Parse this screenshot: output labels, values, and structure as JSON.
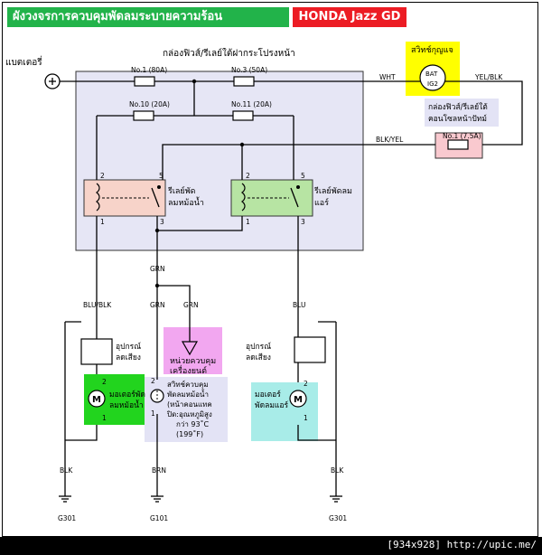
{
  "header": {
    "title_thai": "ผังวงจรการควบคุมพัดลมระบายความร้อน",
    "title_model": "HONDA Jazz GD"
  },
  "labels": {
    "battery": "แบตเตอรี่",
    "fuse_box": "กล่องฟิวส์/รีเลย์ใต้ฝากระโปรงหน้า",
    "ignition_switch_title": "สวิทช์กุญแจ",
    "ignition_bat": "BAT",
    "ignition_ig2": "IG2",
    "dash_fuse_box_1": "กล่องฟิวส์/รีเลย์ใต้",
    "dash_fuse_box_2": "คอนโซลหน้าปัทม์",
    "radiator_relay_1": "รีเลย์พัด",
    "radiator_relay_2": "ลมหม้อน้ำ",
    "ac_relay_1": "รีเลย์พัดลม",
    "ac_relay_2": "แอร์",
    "ecm_1": "หน่วยควบคุม",
    "ecm_2": "เครื่องยนต์",
    "resistor_left_1": "อุปกรณ์",
    "resistor_left_2": "ลดเสียง",
    "resistor_right_1": "อุปกรณ์",
    "resistor_right_2": "ลดเสียง",
    "rad_motor_1": "มอเตอร์พัด",
    "rad_motor_2": "ลมหม้อน้ำ",
    "temp_switch_1": "สวิทช์ควบคุม",
    "temp_switch_2": "พัดลมหม้อน้ำ",
    "temp_switch_3": "(หน้าคอนแทค",
    "temp_switch_4": "ปิด:อุณหภูมิสูง",
    "temp_switch_5": "กว่า 93˚C",
    "temp_switch_6": "(199˚F)",
    "ac_motor_1": "มอเตอร์",
    "ac_motor_2": "พัดลมแอร์",
    "motor_symbol": "M"
  },
  "fuses": {
    "no1": "No.1 (80A)",
    "no3": "No.3 (50A)",
    "no10": "No.10 (20A)",
    "no11": "No.11 (20A)",
    "no1_dash": "No.1 (7.5A)"
  },
  "wires": {
    "wht": "WHT",
    "yel_blk": "YEL/BLK",
    "blk_yel": "BLK/YEL",
    "grn_1": "GRN",
    "grn_2": "GRN",
    "grn_3": "GRN",
    "blu_blk": "BLU/BLK",
    "blu": "BLU",
    "blk_left": "BLK",
    "brn": "BRN",
    "blk_right": "BLK"
  },
  "grounds": {
    "left": "G301",
    "center": "G101",
    "right": "G301"
  },
  "pins": {
    "rad_relay_top_left": "2",
    "rad_relay_top_right": "5",
    "rad_relay_bottom_left": "1",
    "rad_relay_bottom_right": "3",
    "ac_relay_top_left": "2",
    "ac_relay_top_right": "5",
    "ac_relay_bottom_left": "1",
    "ac_relay_bottom_right": "3",
    "rad_motor_top": "2",
    "rad_motor_bottom": "1",
    "ac_motor_top": "2",
    "ac_motor_bottom": "1",
    "temp_switch_top": "2",
    "temp_switch_bottom": "1"
  },
  "footer": {
    "text": "[934x928] http://upic.me/"
  },
  "colors": {
    "title_green": "#22b34a",
    "title_red": "#ec1c24",
    "fuse_box_fill": "#e6e6f5",
    "ignition_yellow": "#ffff00",
    "relay_pink": "#f7d3c9",
    "relay_green": "#b7e4a3",
    "dash_fuse_pink": "#f9c9cf",
    "ecm_magenta": "#f2a7f0",
    "motor_green": "#22d41e",
    "ac_motor_cyan": "#a8ece8",
    "temp_switch_lavender": "#e3e3f5"
  }
}
